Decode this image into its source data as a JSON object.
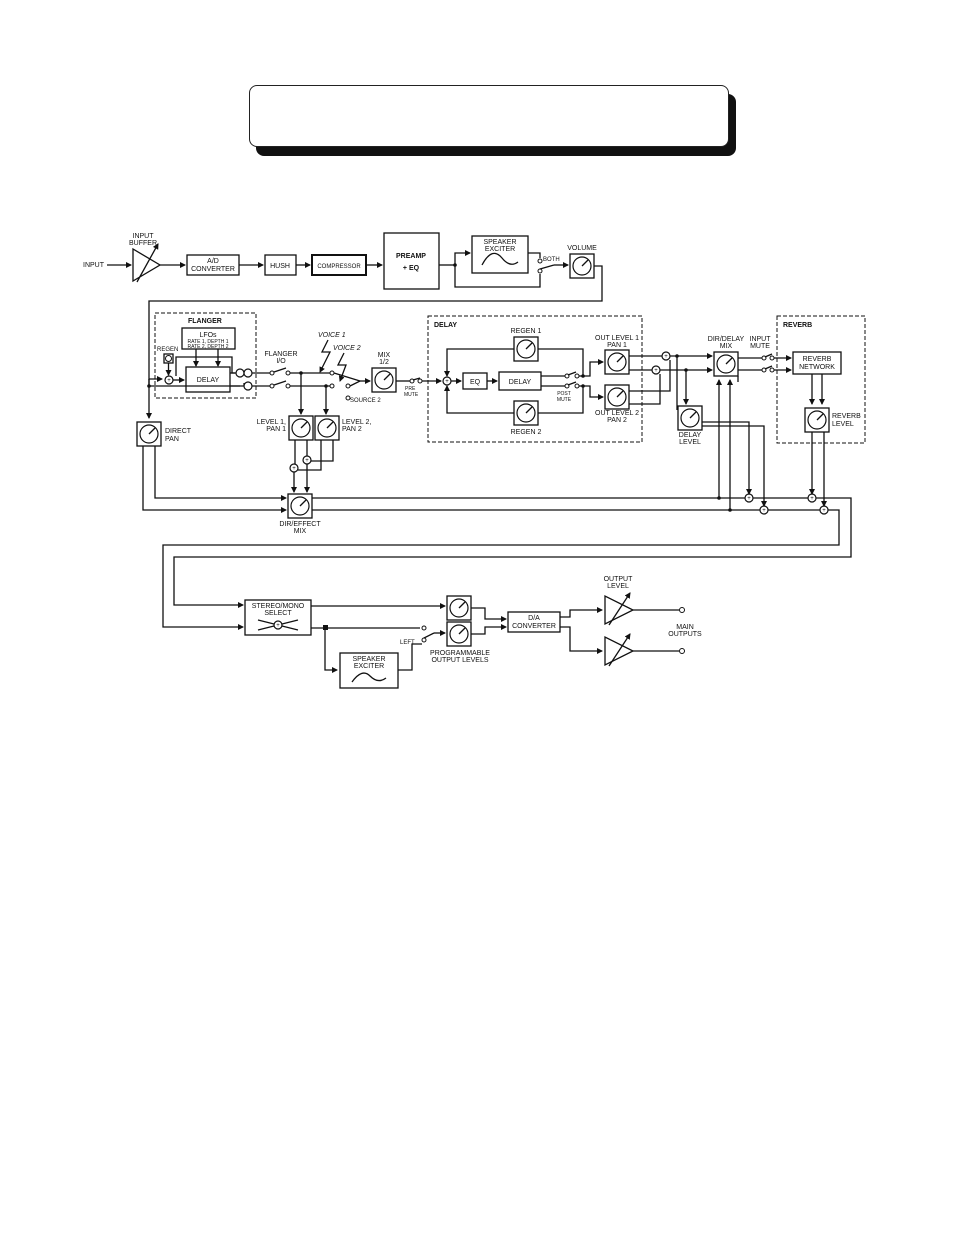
{
  "diagram": {
    "input": "INPUT",
    "input_buffer": [
      "INPUT",
      "BUFFER"
    ],
    "ad_converter": [
      "A/D",
      "CONVERTER"
    ],
    "hush": "HUSH",
    "compressor": "COMPRESSOR",
    "preamp_eq": [
      "PREAMP",
      "+ EQ"
    ],
    "speaker_exciter_top": [
      "SPEAKER",
      "EXCITER"
    ],
    "both": "BOTH",
    "volume": "VOLUME",
    "flanger": {
      "title": "FLANGER",
      "lfos": "LFOs",
      "lfo_params": [
        "RATE 1, DEPTH 1",
        "RATE 2, DEPTH 2"
      ],
      "regen": "REGEN",
      "delay": "DELAY",
      "io": [
        "FLANGER",
        "I/O"
      ]
    },
    "voice1": "VOICE 1",
    "voice2": "VOICE 2",
    "source2": "SOURCE 2",
    "mix12": [
      "MIX",
      "1/2"
    ],
    "pre_mute": [
      "PRE",
      "MUTE"
    ],
    "level1_pan1": [
      "LEVEL 1,",
      "PAN 1"
    ],
    "level2_pan2": [
      "LEVEL 2,",
      "PAN 2"
    ],
    "direct_pan": [
      "DIRECT",
      "PAN"
    ],
    "dir_effect_mix": [
      "DIR/EFFECT",
      "MIX"
    ],
    "delay_section": {
      "title": "DELAY",
      "regen1": "REGEN 1",
      "regen2": "REGEN 2",
      "eq": "EQ",
      "delay": "DELAY",
      "post_mute": [
        "POST",
        "MUTE"
      ],
      "out_level1": [
        "OUT LEVEL 1",
        "PAN 1"
      ],
      "out_level2": [
        "OUT LEVEL 2",
        "PAN 2"
      ]
    },
    "dir_delay_mix": [
      "DIR/DELAY",
      "MIX"
    ],
    "input_mute": [
      "INPUT",
      "MUTE"
    ],
    "delay_level": [
      "DELAY",
      "LEVEL"
    ],
    "reverb": {
      "title": "REVERB",
      "network": [
        "REVERB",
        "NETWORK"
      ],
      "level": [
        "REVERB",
        "LEVEL"
      ]
    },
    "stereo_mono": [
      "STEREO/MONO",
      "SELECT"
    ],
    "left": "LEFT",
    "speaker_exciter_bottom": [
      "SPEAKER",
      "EXCITER"
    ],
    "programmable_output_levels": [
      "PROGRAMMABLE",
      "OUTPUT LEVELS"
    ],
    "da_converter": [
      "D/A",
      "CONVERTER"
    ],
    "output_level": [
      "OUTPUT",
      "LEVEL"
    ],
    "main_outputs": [
      "MAIN",
      "OUTPUTS"
    ]
  }
}
